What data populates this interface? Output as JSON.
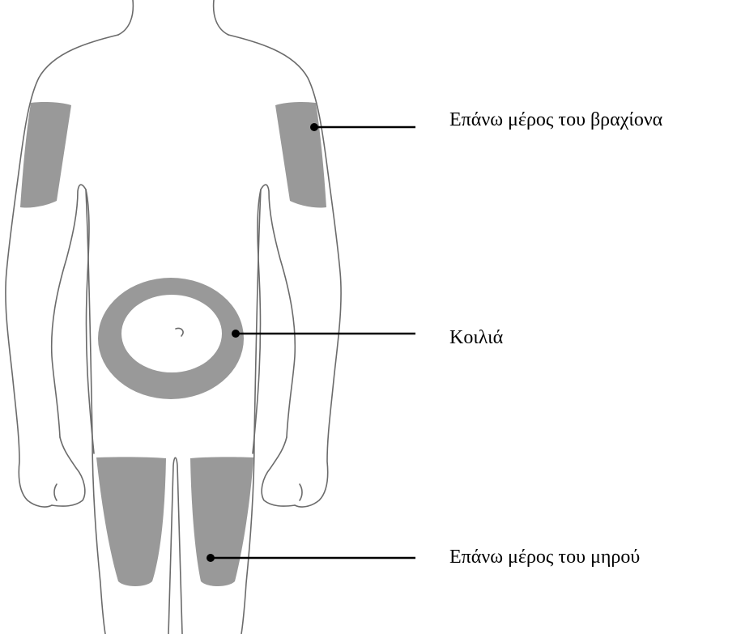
{
  "labels": {
    "upper_arm": "Επάνω μέρος του βραχίονα",
    "abdomen": "Κοιλιά",
    "thigh": "Επάνω μέρος του μηρού"
  },
  "colors": {
    "outline": "#6b6b6b",
    "injection_area": "#999999",
    "leader_line": "#000000",
    "background": "#ffffff"
  }
}
